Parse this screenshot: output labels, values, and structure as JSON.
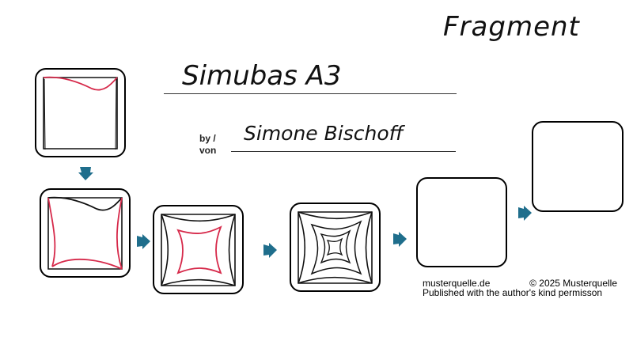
{
  "header": {
    "category": "Fragment",
    "title": "Simubas A3",
    "by_label_line1": "by /",
    "by_label_line2": "von",
    "author": "Simone Bischoff"
  },
  "footer": {
    "site": "musterquelle.de",
    "copyright": "© 2025 Musterquelle",
    "permission": "Published with the author's kind permisson"
  },
  "colors": {
    "stroke": "#111111",
    "highlight": "#d6294a",
    "arrow": "#1f6e8c"
  },
  "steps": [
    "step-1",
    "step-2",
    "step-3",
    "step-4",
    "step-5",
    "step-6"
  ]
}
